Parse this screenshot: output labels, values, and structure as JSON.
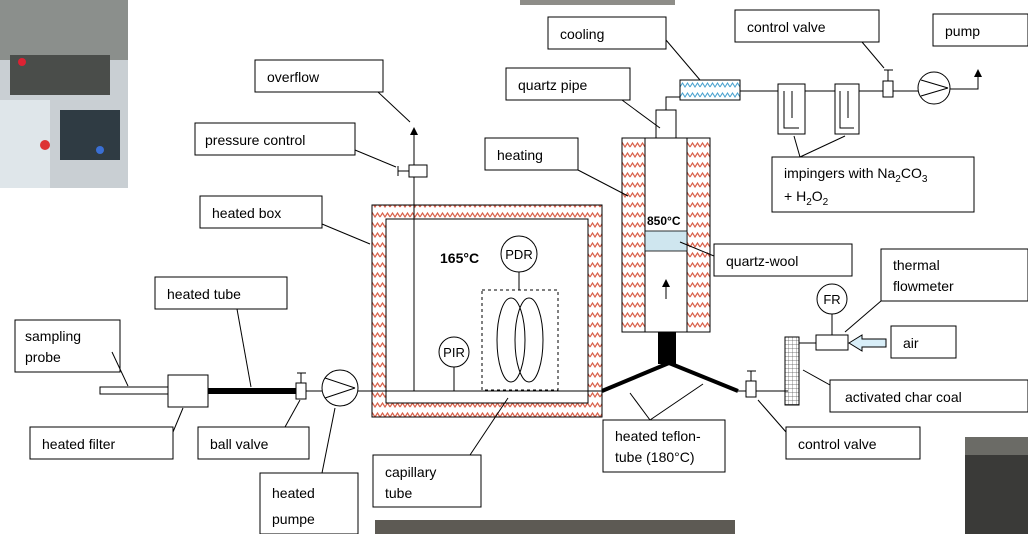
{
  "labels": {
    "overflow": "overflow",
    "pressure_control": "pressure control",
    "heated_box": "heated box",
    "heated_tube": "heated tube",
    "sampling_probe_1": "sampling",
    "sampling_probe_2": "probe",
    "heated_filter": "heated filter",
    "ball_valve": "ball valve",
    "heated_pumpe_1": "heated",
    "heated_pumpe_2": "pumpe",
    "capillary_tube_1": "capillary",
    "capillary_tube_2": "tube",
    "cooling": "cooling",
    "quartz_pipe": "quartz pipe",
    "heating": "heating",
    "control_valve_top": "control valve",
    "pump": "pump",
    "impingers_1": "impingers with Na",
    "impingers_sub1": "2",
    "impingers_mid": "CO",
    "impingers_sub2": "3",
    "impingers_2a": "+ H",
    "impingers_sub3": "2",
    "impingers_2b": "O",
    "impingers_sub4": "2",
    "quartz_wool": "quartz-wool",
    "thermal_flowmeter_1": "thermal",
    "thermal_flowmeter_2": "flowmeter",
    "air": "air",
    "activated_char_coal": "activated char coal",
    "heated_teflon_1": "heated teflon-",
    "heated_teflon_2": "tube (180°C)",
    "control_valve_bottom": "control valve"
  },
  "instruments": {
    "pdr": "PDR",
    "pir": "PIR",
    "fr": "FR"
  },
  "temperatures": {
    "box": "165°C",
    "furnace": "850°C"
  },
  "colors": {
    "heating_zigzag": "#d9614a",
    "cooling_zigzag": "#4aa3d0",
    "cooler_fill": "#e8f4fb",
    "quartz_wool_fill": "#cfe6ef",
    "air_arrow": "#d8eef8"
  }
}
